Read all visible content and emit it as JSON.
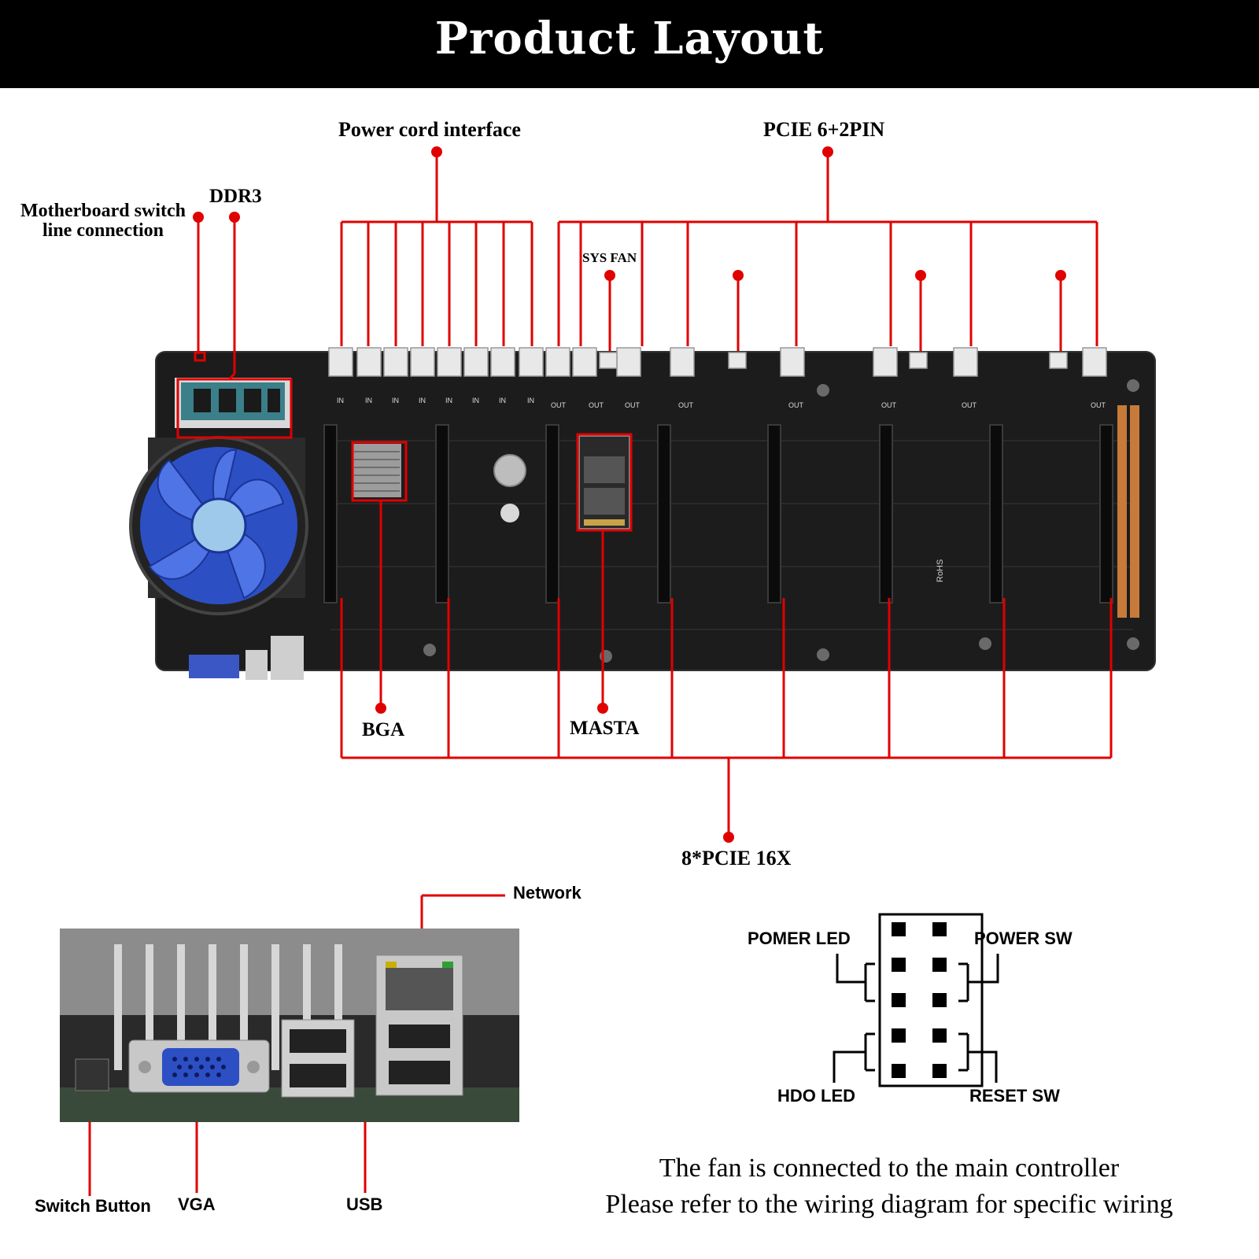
{
  "header": {
    "title": "Product Layout"
  },
  "labels": {
    "motherboard_switch": [
      "Motherboard switch",
      "line connection"
    ],
    "ddr3": "DDR3",
    "power_cord": "Power cord interface",
    "pcie_power": "PCIE 6+2PIN",
    "sys_fan": "SYS FAN",
    "bga": "BGA",
    "masta": "MASTA",
    "pcie_slots": "8*PCIE 16X",
    "network": "Network",
    "switch_button": "Switch Button",
    "vga": "VGA",
    "usb": "USB"
  },
  "connector_pins": {
    "power_led": "POMER LED",
    "power_sw": "POWER SW",
    "hdd_led": "HDO LED",
    "reset_sw": "RESET SW"
  },
  "board_marks": {
    "port_tags": [
      "IN",
      "IN",
      "IN",
      "IN",
      "IN",
      "IN",
      "IN",
      "IN",
      "OUT",
      "OUT",
      "OUT",
      "OUT",
      "OUT",
      "OUT",
      "OUT",
      "OUT"
    ],
    "chip_text": "RoHS"
  },
  "notes": [
    "The fan is connected to the main controller",
    "Please refer to the wiring diagram for specific wiring"
  ],
  "colors": {
    "callout": "#e00000",
    "board": "#1c1c1c",
    "fan": "#2c4fc4",
    "header": "#000000"
  }
}
